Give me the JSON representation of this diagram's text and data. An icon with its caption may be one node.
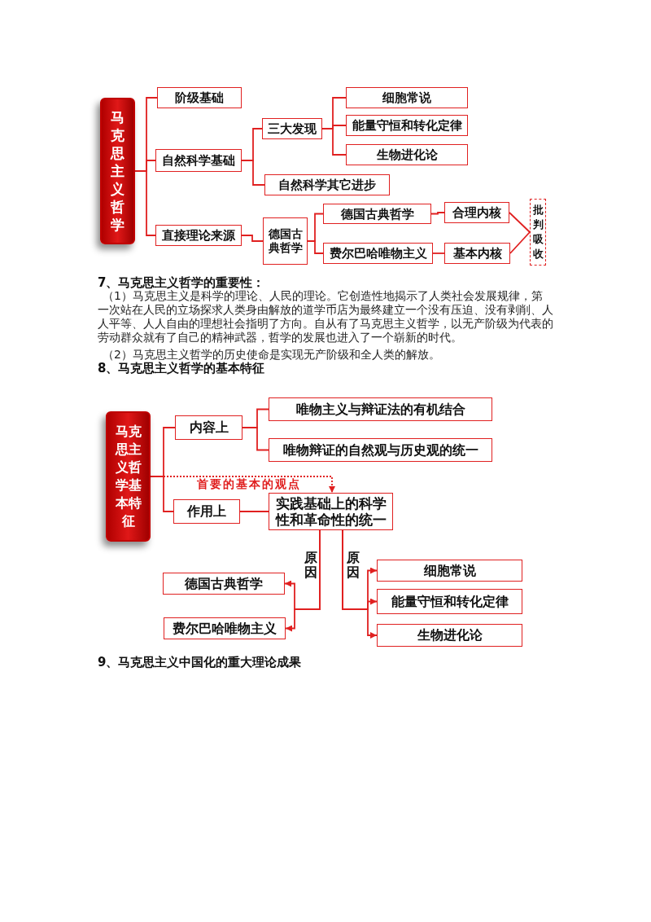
{
  "diagram": {
    "nodes": [
      {
        "text": [
          "马克思主义哲学"
        ]
      },
      {
        "text": [
          "阶级基础"
        ]
      },
      {
        "text": [
          "自然科学基础"
        ]
      },
      {
        "text": [
          "三大发现"
        ]
      },
      {
        "text": [
          "细胞常说"
        ]
      },
      {
        "text": [
          "能量守恒和转化定律"
        ]
      },
      {
        "text": [
          "生物进化论"
        ]
      },
      {
        "text": [
          "自然科学其它进步"
        ]
      },
      {
        "text": [
          "直接理论来源"
        ]
      },
      {
        "text": [
          "德国古典哲学"
        ]
      },
      {
        "text": [
          "德国古典哲学"
        ]
      },
      {
        "text": [
          "费尔巴哈唯物主义"
        ]
      },
      {
        "text": [
          "合理内核"
        ]
      },
      {
        "text": [
          "基本内核"
        ]
      },
      {
        "text": [
          "批判吸收"
        ]
      },
      {
        "text": [
          "马克思主义哲学基本特征"
        ]
      },
      {
        "text": [
          "内容上"
        ]
      },
      {
        "text": [
          "唯物主义与辩证法的有机结合"
        ]
      },
      {
        "text": [
          "唯物辩证的自然观与历史观的统一"
        ]
      },
      {
        "text": [
          "作用上"
        ]
      },
      {
        "text": [
          "实践基础上的科学性和革命性的统一"
        ]
      },
      {
        "text": [
          "德国古典哲学"
        ]
      },
      {
        "text": [
          "费尔巴哈唯物主义"
        ]
      },
      {
        "text": [
          "细胞常说"
        ]
      },
      {
        "text": [
          "能量守恒和转化定律"
        ]
      },
      {
        "text": [
          "生物进化论"
        ]
      }
    ],
    "edges": [
      {
        "from": 0,
        "to": 1,
        "arrow": "none"
      },
      {
        "from": 0,
        "to": 2,
        "arrow": "none"
      },
      {
        "from": 0,
        "to": 8,
        "arrow": "none"
      },
      {
        "from": 2,
        "to": 3,
        "arrow": "none"
      },
      {
        "from": 2,
        "to": 7,
        "arrow": "none"
      },
      {
        "from": 3,
        "to": 4,
        "arrow": "none"
      },
      {
        "from": 3,
        "to": 5,
        "arrow": "none"
      },
      {
        "from": 3,
        "to": 6,
        "arrow": "none"
      },
      {
        "from": 8,
        "to": 9,
        "arrow": "none"
      },
      {
        "from": 9,
        "to": 10,
        "arrow": "none"
      },
      {
        "from": 9,
        "to": 11,
        "arrow": "none"
      },
      {
        "from": 10,
        "to": 12,
        "arrow": "none"
      },
      {
        "from": 11,
        "to": 13,
        "arrow": "none"
      },
      {
        "from": 12,
        "to": 14,
        "arrow": "none"
      },
      {
        "from": 13,
        "to": 14,
        "arrow": "none"
      },
      {
        "from": 15,
        "to": 16,
        "arrow": "none"
      },
      {
        "from": 15,
        "to": 19,
        "arrow": "none"
      },
      {
        "from": 16,
        "to": 17,
        "arrow": "none"
      },
      {
        "from": 16,
        "to": 18,
        "arrow": "none"
      },
      {
        "from": 19,
        "to": 20,
        "arrow": "none"
      },
      {
        "from": 15,
        "to": 20,
        "arrow": "to",
        "label": "首要的基本的观点",
        "style": "dashed"
      },
      {
        "from": 20,
        "to": 21,
        "arrow": "to",
        "label": "原因"
      },
      {
        "from": 20,
        "to": 22,
        "arrow": "to"
      },
      {
        "from": 20,
        "to": 23,
        "arrow": "to",
        "label": "原因"
      },
      {
        "from": 20,
        "to": 24,
        "arrow": "to"
      },
      {
        "from": 20,
        "to": 25,
        "arrow": "to"
      }
    ],
    "labels": [
      "7、马克思主义哲学的重要性：",
      "（1）马克思主义是科学的理论、人民的理论。它创造性地揭示了人类社会发展规律，第一次站在人民的立场探求人类身由解放的道学币店为最终建立一个没有压迫、没有剥削、人人平等、人人自由的理想社会指明了方向。自从有了马克思主义哲学，以无产阶级为代表的劳动群众就有了自己的精神武器，哲学的发展也进入了一个崭新的时代。",
      "（2）马克思主义哲学的历史使命是实现无产阶级和全人类的解放。",
      "8、马克思主义哲学的基本特征",
      "9、马克思主义中国化的重大理论成果"
    ]
  }
}
